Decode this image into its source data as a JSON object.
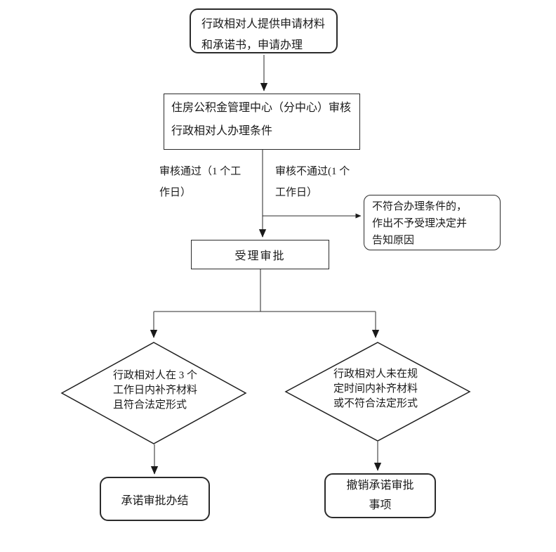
{
  "colors": {
    "background": "#ffffff",
    "box_border": "#2b2b2b",
    "connector_gray": "#6e6e6e",
    "connector_dark": "#2b2b2b",
    "text": "#1a1a1a"
  },
  "flowchart": {
    "start": {
      "text": "行政相对人提供申请材料\n和承诺书，申请办理"
    },
    "review": {
      "text": "住房公积金管理中心（分中心）审核\n行政相对人办理条件"
    },
    "label_pass": {
      "text": "审核通过（1 个工\n作日）"
    },
    "label_fail": {
      "text": "审核不通过(1 个\n工作日）"
    },
    "reject": {
      "text": "不符合办理条件的，\n作出不予受理决定并\n告知原因"
    },
    "accept": {
      "text": "受理审批"
    },
    "decision_left": {
      "text": "行政相对人在 3 个\n工作日内补齐材料\n且符合法定形式"
    },
    "decision_right": {
      "text": "行政相对人未在规\n定时间内补齐材料\n或不符合法定形式"
    },
    "end_left": {
      "text": "承诺审批办结"
    },
    "end_right": {
      "text": "撤销承诺审批\n事项"
    }
  }
}
